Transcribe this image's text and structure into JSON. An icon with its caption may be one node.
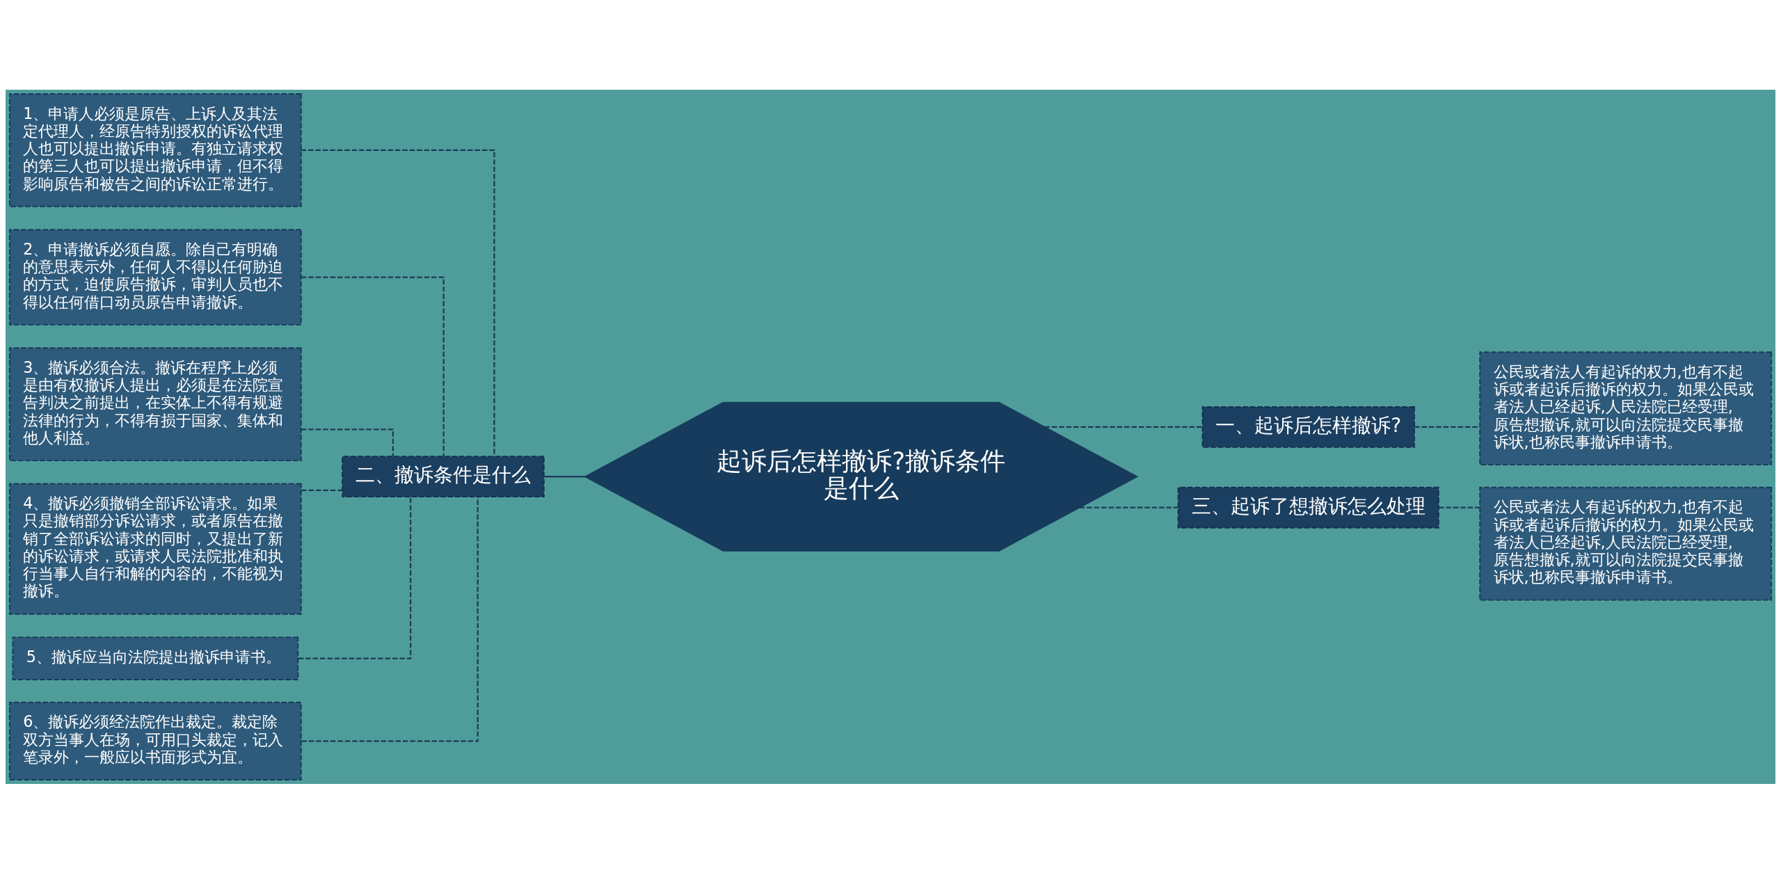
{
  "diagram": {
    "nodes": [
      {
        "text": [
          "起诉后怎样撤诉?撤诉条件是什么"
        ]
      },
      {
        "text": [
          "一、起诉后怎样撤诉?"
        ]
      },
      {
        "text": [
          "公民或者法人有起诉的权力,也有不起诉或者起诉后撤诉的权力。如果公民或者法人已经起诉,人民法院已经受理,原告想撤诉,就可以向法院提交民事撤诉状,也称民事撤诉申请书。"
        ]
      },
      {
        "text": [
          "二、撤诉条件是什么"
        ]
      },
      {
        "text": [
          "1、申请人必须是原告、上诉人及其法定代理人，经原告特别授权的诉讼代理人也可以提出撤诉申请。有独立请求权的第三人也可以提出撤诉申请，但不得影响原告和被告之间的诉讼正常进行。"
        ]
      },
      {
        "text": [
          "2、申请撤诉必须自愿。除自己有明确的意思表示外，任何人不得以任何胁迫的方式，迫使原告撤诉，审判人员也不得以任何借口动员原告申请撤诉。"
        ]
      },
      {
        "text": [
          "3、撤诉必须合法。撤诉在程序上必须是由有权撤诉人提出，必须是在法院宣告判决之前提出，在实体上不得有规避法律的行为，不得有损于国家、集体和他人利益。"
        ]
      },
      {
        "text": [
          "4、撤诉必须撤销全部诉讼请求。如果只是撤销部分诉讼请求，或者原告在撤销了全部诉讼请求的同时，又提出了新的诉讼请求，或请求人民法院批准和执行当事人自行和解的内容的，不能视为撤诉。"
        ]
      },
      {
        "text": [
          "5、撤诉应当向法院提出撤诉申请书。"
        ]
      },
      {
        "text": [
          "6、撤诉必须经法院作出裁定。裁定除双方当事人在场，可用口头裁定，记入笔录外，一般应以书面形式为宜。"
        ]
      },
      {
        "text": [
          "三、起诉了想撤诉怎么处理"
        ]
      },
      {
        "text": [
          "公民或者法人有起诉的权力,也有不起诉或者起诉后撤诉的权力。如果公民或者法人已经起诉,人民法院已经受理,原告想撤诉,就可以向法院提交民事撤诉状,也称民事撤诉申请书。"
        ]
      }
    ],
    "edges": [
      {
        "from": 0,
        "to": 1,
        "arrow": "none",
        "style": "dashed"
      },
      {
        "from": 1,
        "to": 2,
        "arrow": "none",
        "style": "dashed"
      },
      {
        "from": 3,
        "to": 0,
        "arrow": "none"
      },
      {
        "from": 4,
        "to": 3,
        "arrow": "none",
        "style": "dashed"
      },
      {
        "from": 5,
        "to": 3,
        "arrow": "none",
        "style": "dashed"
      },
      {
        "from": 6,
        "to": 3,
        "arrow": "none",
        "style": "dashed"
      },
      {
        "from": 7,
        "to": 3,
        "arrow": "none",
        "style": "dashed"
      },
      {
        "from": 8,
        "to": 3,
        "arrow": "none",
        "style": "dashed"
      },
      {
        "from": 9,
        "to": 3,
        "arrow": "none",
        "style": "dashed"
      },
      {
        "from": 0,
        "to": 10,
        "arrow": "none",
        "style": "dashed"
      },
      {
        "from": 10,
        "to": 11,
        "arrow": "none",
        "style": "dashed"
      }
    ]
  }
}
